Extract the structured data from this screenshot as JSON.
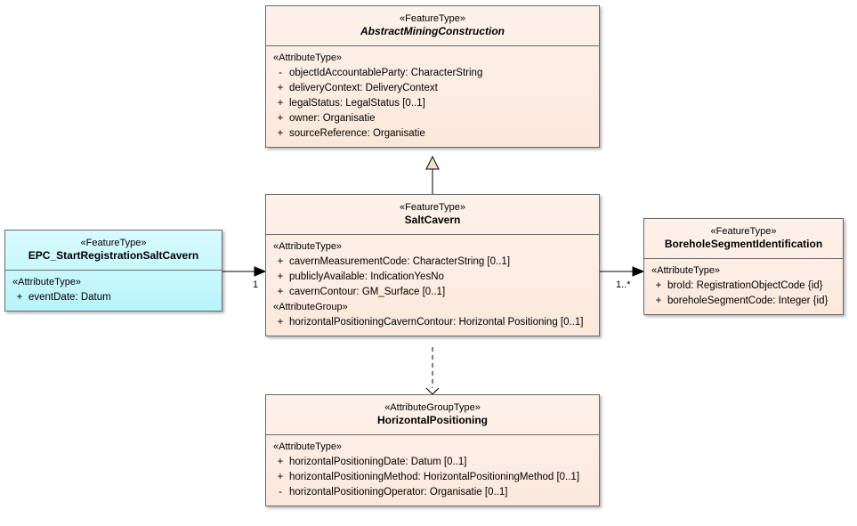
{
  "diagram": {
    "type": "uml-class-diagram",
    "background": "#ffffff",
    "colors": {
      "class_fill_top": "#fdf2ea",
      "class_fill_bottom": "#fbe8dc",
      "highlight_fill_top": "#d8fbff",
      "highlight_fill_bottom": "#b8f4fb",
      "border": "#6b6b6b",
      "line": "#000000",
      "generalization_arrow_fill": "#f6e0c8"
    }
  },
  "classes": {
    "abstract_mining_construction": {
      "stereotype": "«FeatureType»",
      "name": "AbstractMiningConstruction",
      "italic": true,
      "compartments": [
        {
          "label": "«AttributeType»",
          "attributes": [
            {
              "vis": "-",
              "text": "objectIdAccountableParty: CharacterString"
            },
            {
              "vis": "+",
              "text": "deliveryContext: DeliveryContext"
            },
            {
              "vis": "+",
              "text": "legalStatus: LegalStatus [0..1]"
            },
            {
              "vis": "+",
              "text": "owner: Organisatie"
            },
            {
              "vis": "+",
              "text": "sourceReference: Organisatie"
            }
          ]
        }
      ]
    },
    "salt_cavern": {
      "stereotype": "«FeatureType»",
      "name": "SaltCavern",
      "italic": false,
      "compartments": [
        {
          "label": "«AttributeType»",
          "attributes": [
            {
              "vis": "+",
              "text": "cavernMeasurementCode: CharacterString [0..1]"
            },
            {
              "vis": "+",
              "text": "publiclyAvailable: IndicationYesNo"
            },
            {
              "vis": "+",
              "text": "cavernContour: GM_Surface [0..1]"
            }
          ]
        },
        {
          "label": "«AttributeGroup»",
          "attributes": [
            {
              "vis": "+",
              "text": "horizontalPositioningCavernContour: Horizontal Positioning [0..1]"
            }
          ]
        }
      ]
    },
    "epc_start_registration": {
      "stereotype": "«FeatureType»",
      "name": "EPC_StartRegistrationSaltCavern",
      "italic": false,
      "compartments": [
        {
          "label": "«AttributeType»",
          "attributes": [
            {
              "vis": "+",
              "text": "eventDate: Datum"
            }
          ]
        }
      ]
    },
    "borehole_segment_identification": {
      "stereotype": "«FeatureType»",
      "name": "BoreholeSegmentIdentification",
      "italic": false,
      "compartments": [
        {
          "label": "«AttributeType»",
          "attributes": [
            {
              "vis": "+",
              "text": "broId: RegistrationObjectCode {id}"
            },
            {
              "vis": "+",
              "text": "boreholeSegmentCode: Integer {id}"
            }
          ]
        }
      ]
    },
    "horizontal_positioning": {
      "stereotype": "«AttributeGroupType»",
      "name": "HorizontalPositioning",
      "italic": false,
      "compartments": [
        {
          "label": "«AttributeType»",
          "attributes": [
            {
              "vis": "+",
              "text": "horizontalPositioningDate: Datum [0..1]"
            },
            {
              "vis": "+",
              "text": "horizontalPositioningMethod: HorizontalPositioningMethod [0..1]"
            },
            {
              "vis": "-",
              "text": "horizontalPositioningOperator: Organisatie [0..1]"
            }
          ]
        }
      ]
    }
  },
  "multiplicities": {
    "epc_to_salt": "1",
    "salt_to_borehole": "1..*"
  }
}
